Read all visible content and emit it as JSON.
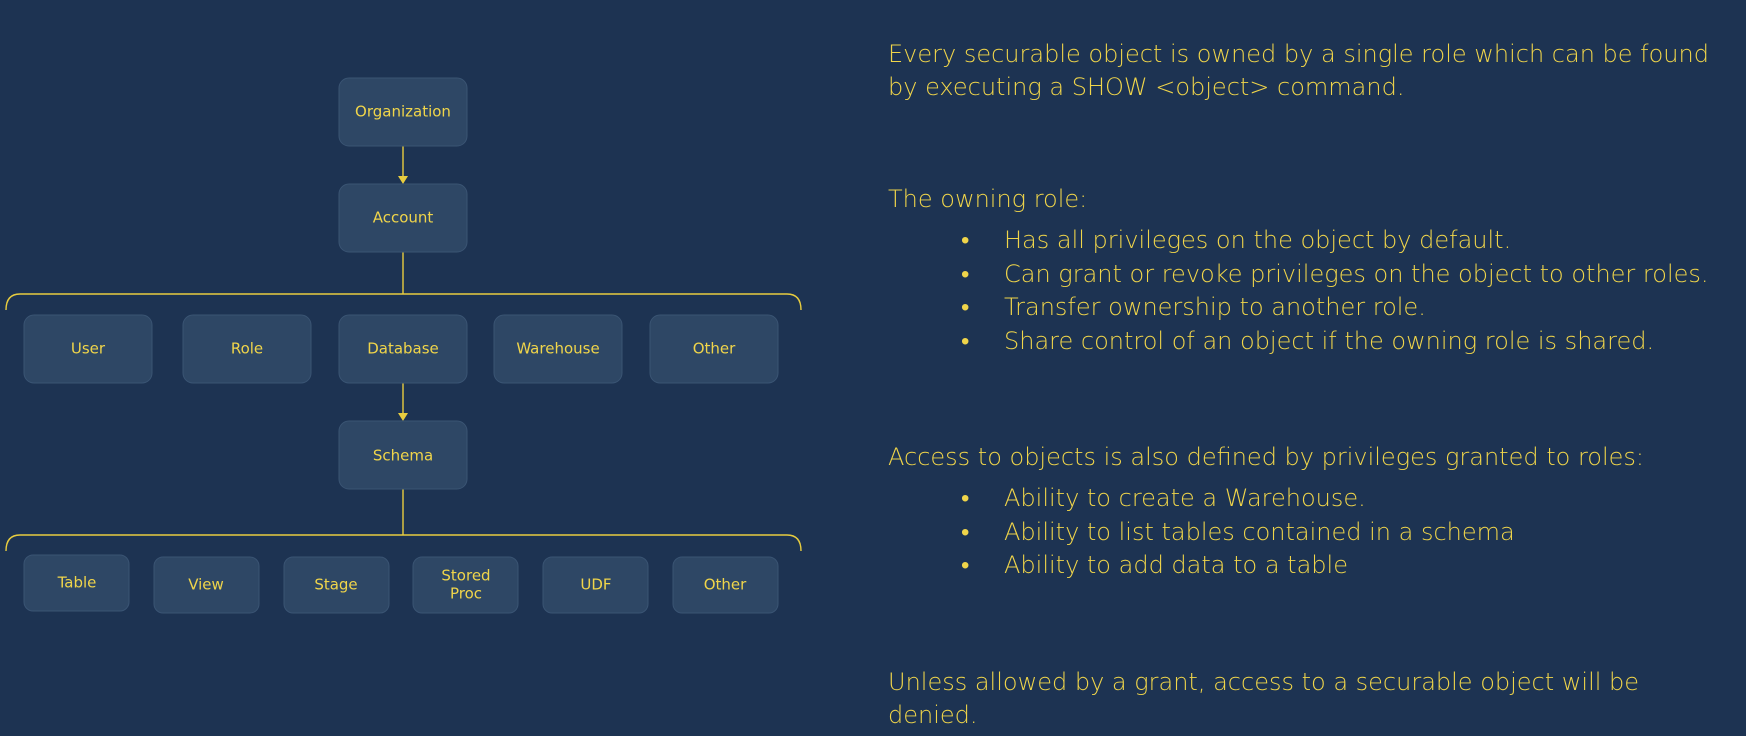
{
  "diagram": {
    "nodes": {
      "organization": "Organization",
      "account": "Account",
      "user": "User",
      "role": "Role",
      "database": "Database",
      "warehouse": "Warehouse",
      "other_top": "Other",
      "schema": "Schema",
      "table": "Table",
      "view": "View",
      "stage": "Stage",
      "stored_proc_line1": "Stored",
      "stored_proc_line2": "Proc",
      "udf": "UDF",
      "other_bottom": "Other"
    },
    "colors": {
      "background": "#1d3352",
      "node_fill": "#2e4765",
      "accent": "#f0d54a"
    }
  },
  "notes": {
    "intro": "Every securable object is owned by a single role which can be found by executing a SHOW <object> command.",
    "owning_heading": "The owning role:",
    "owning_items": [
      "Has all privileges on the object by default.",
      "Can grant or revoke privileges on the object to other roles.",
      "Transfer ownership to another role.",
      "Share control of an object if the owning role is shared."
    ],
    "access_heading": "Access to objects is also defined by privileges granted to roles:",
    "access_items": [
      "Ability to create a Warehouse.",
      "Ability to list tables contained in a schema",
      "Ability to add data to a table"
    ],
    "deny": "Unless allowed by a grant, access to a securable object will be denied.",
    "bullet": "•"
  }
}
